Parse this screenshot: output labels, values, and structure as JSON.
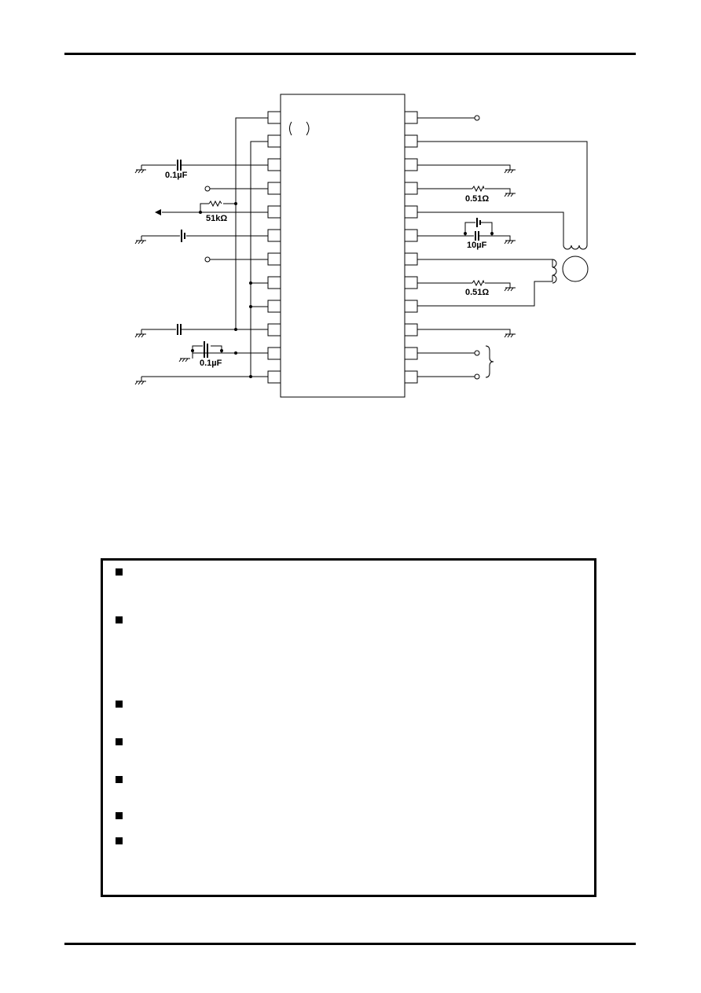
{
  "schematic": {
    "labels": {
      "cap_in_top": "0.1µF",
      "resistor_51k": "51kΩ",
      "sense_res_top": "0.51Ω",
      "cap_10u": "10µF",
      "sense_res_bottom": "0.51Ω",
      "cap_in_bottom": "0.1µF"
    }
  },
  "notes": {
    "bullet_count": 7
  }
}
